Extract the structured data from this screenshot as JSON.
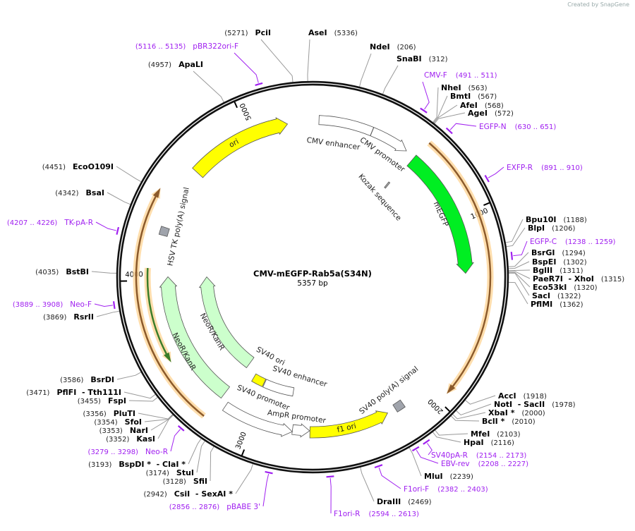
{
  "credit": "Created by SnapGene",
  "plasmid": {
    "name": "CMV-mEGFP-Rab5a(S34N)",
    "length_label": "5357 bp",
    "length": 5357
  },
  "ticks": [
    "1000",
    "2000",
    "3000",
    "4000",
    "5000"
  ],
  "features": [
    {
      "name": "CMV enhancer",
      "start": 35,
      "end": 330,
      "direction": 0,
      "fill": "#ffffff"
    },
    {
      "name": "CMV promoter",
      "start": 331,
      "end": 545,
      "direction": 1,
      "fill": "#ffffff"
    },
    {
      "name": "Kozak sequence",
      "start": 575,
      "end": 585,
      "direction": 0,
      "fill": "#b0b0b0"
    },
    {
      "name": "mEGFP",
      "start": 600,
      "end": 1318,
      "direction": 1,
      "fill": "#00ee22"
    },
    {
      "name": "",
      "start": 610,
      "end": 1950,
      "direction": 1,
      "fill": "#8b5a2b",
      "role": "orf"
    },
    {
      "name": "f1 ori",
      "start": 2248,
      "end": 2693,
      "direction": -1,
      "fill": "#ffff00"
    },
    {
      "name": "SV40 poly(A) signal",
      "start": 2150,
      "end": 2200,
      "direction": 0,
      "fill": "#a0a4ac"
    },
    {
      "name": "AmpR promoter",
      "start": 2695,
      "end": 2790,
      "direction": -1,
      "fill": "#ffffff"
    },
    {
      "name": "SV40 promoter",
      "start": 2790,
      "end": 3185,
      "direction": -1,
      "fill": "#ffffff"
    },
    {
      "name": "SV40 enhancer",
      "start": 2820,
      "end": 3040,
      "direction": 0,
      "fill": "#ffffff"
    },
    {
      "name": "SV40 ori",
      "start": 3045,
      "end": 3130,
      "direction": 0,
      "fill": "#ffff00"
    },
    {
      "name": "NeoR/KanR",
      "start": 3230,
      "end": 4020,
      "direction": 1,
      "fill": "#ccffcc"
    },
    {
      "name": "NeoR/KanR",
      "start": 3215,
      "end": 4020,
      "direction": 1,
      "fill": "#ccffcc"
    },
    {
      "name": "",
      "start": 3555,
      "end": 4065,
      "direction": -1,
      "fill": "#3a7d2a",
      "role": "orf"
    },
    {
      "name": "",
      "start": 3244,
      "end": 4470,
      "direction": 1,
      "fill": "#8b5a2b",
      "role": "orf"
    },
    {
      "name": "HSV TK poly(A) signal",
      "start": 4250,
      "end": 4295,
      "direction": 0,
      "fill": "#a0a4ac"
    },
    {
      "name": "ori",
      "start": 4646,
      "end": 5219,
      "direction": 1,
      "fill": "#ffff00"
    }
  ],
  "sites": [
    {
      "name": "AseI",
      "pos": "5336",
      "bp": 5336
    },
    {
      "name": "NdeI",
      "pos": "206",
      "bp": 206
    },
    {
      "name": "SnaBI",
      "pos": "312",
      "bp": 312
    },
    {
      "name": "NheI",
      "pos": "563",
      "bp": 563
    },
    {
      "name": "BmtI",
      "pos": "567",
      "bp": 567
    },
    {
      "name": "AfeI",
      "pos": "568",
      "bp": 568
    },
    {
      "name": "AgeI",
      "pos": "572",
      "bp": 572
    },
    {
      "name": "Bpu10I",
      "pos": "1188",
      "bp": 1188
    },
    {
      "name": "BlpI",
      "pos": "1206",
      "bp": 1206
    },
    {
      "name": "BsrGI",
      "pos": "1294",
      "bp": 1294
    },
    {
      "name": "BspEI",
      "pos": "1302",
      "bp": 1302
    },
    {
      "name": "BglII",
      "pos": "1311",
      "bp": 1311
    },
    {
      "name": "PaeR7I  - XhoI",
      "pos": "1315",
      "bp": 1315
    },
    {
      "name": "Eco53kI",
      "pos": "1320",
      "bp": 1320
    },
    {
      "name": "SacI",
      "pos": "1322",
      "bp": 1322
    },
    {
      "name": "PflMI",
      "pos": "1362",
      "bp": 1362
    },
    {
      "name": "AccI",
      "pos": "1918",
      "bp": 1918
    },
    {
      "name": "NotI  - SacII",
      "pos": "1978",
      "bp": 1978
    },
    {
      "name": "XbaI *",
      "pos": "2000",
      "bp": 2000
    },
    {
      "name": "BclI *",
      "pos": "2010",
      "bp": 2010
    },
    {
      "name": "MfeI",
      "pos": "2103",
      "bp": 2103
    },
    {
      "name": "HpaI",
      "pos": "2116",
      "bp": 2116
    },
    {
      "name": "MluI",
      "pos": "2239",
      "bp": 2239
    },
    {
      "name": "DraIII",
      "pos": "2469",
      "bp": 2469
    },
    {
      "name": "PciI",
      "pos": "5271",
      "bp": 5271
    },
    {
      "name": "ApaLI",
      "pos": "4957",
      "bp": 4957
    },
    {
      "name": "EcoO109I",
      "pos": "4451",
      "bp": 4451
    },
    {
      "name": "BsaI",
      "pos": "4342",
      "bp": 4342
    },
    {
      "name": "BstBI",
      "pos": "4035",
      "bp": 4035
    },
    {
      "name": "RsrII",
      "pos": "3869",
      "bp": 3869
    },
    {
      "name": "BsrDI",
      "pos": "3586",
      "bp": 3586
    },
    {
      "name": "PflFI  - Tth111I",
      "pos": "3471",
      "bp": 3471
    },
    {
      "name": "FspI",
      "pos": "3455",
      "bp": 3455
    },
    {
      "name": "PluTI",
      "pos": "3356",
      "bp": 3356
    },
    {
      "name": "SfoI",
      "pos": "3354",
      "bp": 3354
    },
    {
      "name": "NarI",
      "pos": "3353",
      "bp": 3353
    },
    {
      "name": "KasI",
      "pos": "3352",
      "bp": 3352
    },
    {
      "name": "BspDI *  - ClaI *",
      "pos": "3193",
      "bp": 3193
    },
    {
      "name": "StuI",
      "pos": "3174",
      "bp": 3174
    },
    {
      "name": "SfiI",
      "pos": "3128",
      "bp": 3128
    },
    {
      "name": "CsiI  - SexAI *",
      "pos": "2942",
      "bp": 2942
    }
  ],
  "primers": [
    {
      "name": "CMV-F",
      "range": "491 .. 511",
      "start": 491,
      "end": 511
    },
    {
      "name": "EGFP-N",
      "range": "630 .. 651",
      "start": 630,
      "end": 651
    },
    {
      "name": "EXFP-R",
      "range": "891 .. 910",
      "start": 891,
      "end": 910
    },
    {
      "name": "EGFP-C",
      "range": "1238 .. 1259",
      "start": 1238,
      "end": 1259
    },
    {
      "name": "SV40pA-R",
      "range": "2154 .. 2173",
      "start": 2154,
      "end": 2173
    },
    {
      "name": "EBV-rev",
      "range": "2208 .. 2227",
      "start": 2208,
      "end": 2227
    },
    {
      "name": "F1ori-F",
      "range": "2382 .. 2403",
      "start": 2382,
      "end": 2403
    },
    {
      "name": "F1ori-R",
      "range": "2594 .. 2613",
      "start": 2594,
      "end": 2613
    },
    {
      "name": "pBR322ori-F",
      "range": "5116 .. 5135",
      "start": 5116,
      "end": 5135
    },
    {
      "name": "TK-pA-R",
      "range": "4207 .. 4226",
      "start": 4207,
      "end": 4226
    },
    {
      "name": "Neo-F",
      "range": "3889 .. 3908",
      "start": 3889,
      "end": 3908
    },
    {
      "name": "Neo-R",
      "range": "3279 .. 3298",
      "start": 3279,
      "end": 3298
    },
    {
      "name": "pBABE 3'",
      "range": "2856 .. 2876",
      "start": 2856,
      "end": 2876
    }
  ],
  "colors": {
    "primer": "#a020f0",
    "backbone": "#000000",
    "site_line": "#999999"
  }
}
